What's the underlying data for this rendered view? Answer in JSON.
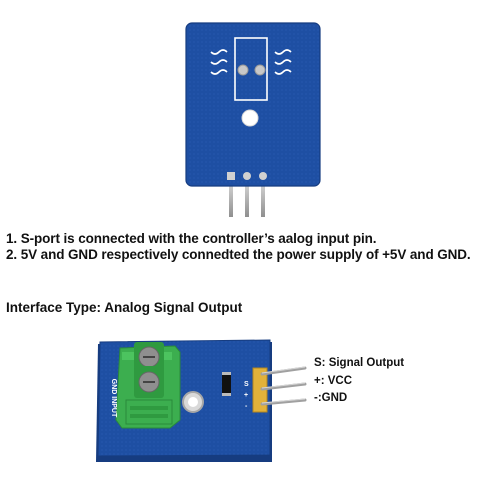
{
  "notes": {
    "line1": "1. S-port is connected with the controller’s aalog input pin.",
    "line2": "2. 5V and GND respectively connedted the power supply of +5V and GND."
  },
  "interface_type": "Interface Type: Analog Signal Output",
  "pins": {
    "s": "S: Signal Output",
    "vcc": "+: VCC",
    "gnd": "-:GND"
  },
  "board": {
    "silkscreen_terminal": "GND INPUT",
    "pin_marks": [
      "S",
      "+",
      "-"
    ]
  },
  "colors": {
    "pcb": "#1d4d9e",
    "pcb_edge": "#163c80",
    "terminal": "#3cae4f",
    "pin_gold": "#e2b23a"
  }
}
